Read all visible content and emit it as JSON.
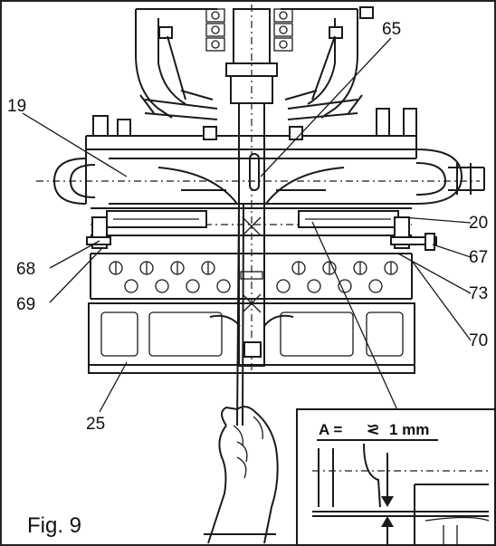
{
  "figure": {
    "caption": "Fig. 9"
  },
  "callouts": [
    {
      "id": "c19",
      "label": "19"
    },
    {
      "id": "c65",
      "label": "65"
    },
    {
      "id": "c20",
      "label": "20"
    },
    {
      "id": "c67",
      "label": "67"
    },
    {
      "id": "c68",
      "label": "68"
    },
    {
      "id": "c69",
      "label": "69"
    },
    {
      "id": "c73",
      "label": "73"
    },
    {
      "id": "c70",
      "label": "70"
    },
    {
      "id": "c25",
      "label": "25"
    }
  ],
  "inset": {
    "dimension_label": "A = ",
    "dimension_symbol": "⪝",
    "dimension_value": "1 mm"
  }
}
